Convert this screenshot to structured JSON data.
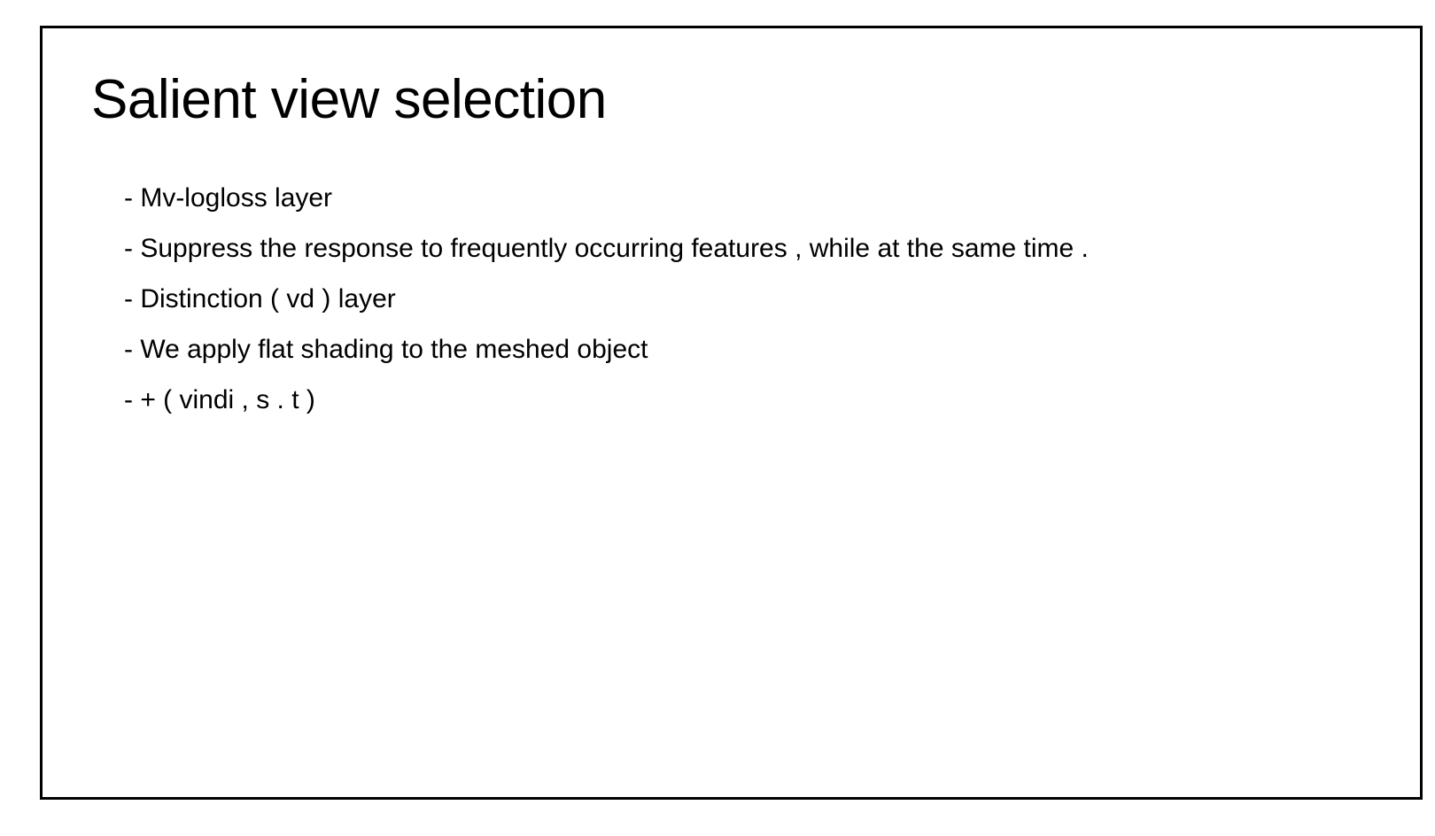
{
  "slide": {
    "title": "Salient view selection",
    "bullets": [
      "- Mv-logloss layer",
      "- Suppress the response to frequently occurring features , while at the same time .",
      "- Distinction ( vd ) layer",
      "- We apply flat shading to the meshed object",
      "- + ( vindi , s . t )"
    ]
  }
}
